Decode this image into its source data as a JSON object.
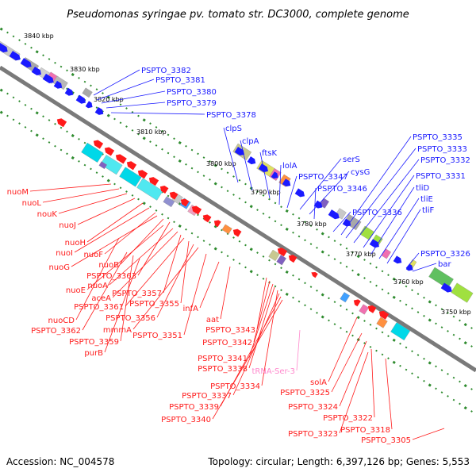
{
  "title": "Pseudomonas syringae pv. tomato str. DC3000, complete genome",
  "footer": {
    "accession": "Accession: NC_004578",
    "summary": "Topology: circular; Length: 6,397,126 bp; Genes: 5,553"
  },
  "colors": {
    "forward": "#1a1aff",
    "reverse": "#ff1a1a",
    "trna": "#ff88cc",
    "backbone": "#808080",
    "dots": "#2e8b2e"
  },
  "kbp_ticks": [
    "3840 kbp",
    "3830 kbp",
    "3820 kbp",
    "3810 kbp",
    "3800 kbp",
    "3790 kbp",
    "3780 kbp",
    "3770 kbp",
    "3760 kbp",
    "3750 kbp"
  ],
  "labels_forward": [
    "PSPTO_3382",
    "PSPTO_3381",
    "PSPTO_3380",
    "PSPTO_3379",
    "PSPTO_3378",
    "clpS",
    "clpA",
    "ftsK",
    "lolA",
    "PSPTO_3347",
    "serS",
    "cysG",
    "PSPTO_3346",
    "PSPTO_3335",
    "PSPTO_3333",
    "PSPTO_3332",
    "PSPTO_3331",
    "tliD",
    "tliE",
    "tliF",
    "PSPTO_3336",
    "PSPTO_3326",
    "bar"
  ],
  "labels_reverse": [
    "nuoM",
    "nuoL",
    "nouK",
    "nuoJ",
    "nuoH",
    "nuoI",
    "nuoF",
    "nuoG",
    "nuoB",
    "PSPTO_3363",
    "nuoE",
    "nuoA",
    "aceA",
    "PSPTO_3357",
    "PSPTO_3361",
    "PSPTO_3355",
    "nuoCD",
    "PSPTO_3356",
    "mmmA",
    "PSPTO_3362",
    "PSPTO_3359",
    "purB",
    "PSPTO_3351",
    "infA",
    "aat",
    "PSPTO_3343",
    "PSPTO_3342",
    "PSPTO_3341",
    "PSPTO_3338",
    "PSPTO_3334",
    "PSPTO_3337",
    "PSPTO_3339",
    "PSPTO_3340",
    "solA",
    "PSPTO_3325",
    "PSPTO_3324",
    "PSPTO_3322",
    "PSPTO_3323",
    "PSPTO_3318",
    "PSPTO_3305"
  ],
  "labels_trna": [
    "tRNA-Ser-3"
  ]
}
